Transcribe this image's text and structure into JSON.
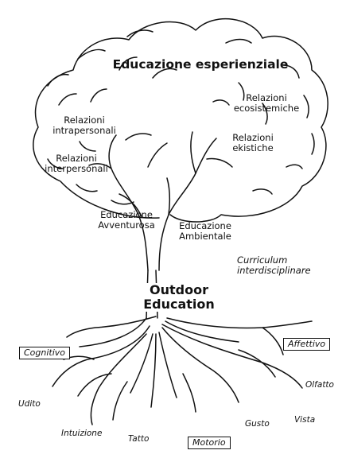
{
  "crown": {
    "title": "Educazione esperienziale",
    "rel_intrapersonali": [
      "Relazioni",
      "intrapersonali"
    ],
    "rel_interpersonali": [
      "Relazioni",
      "interpersonali"
    ],
    "rel_ecosistemiche": [
      "Relazioni",
      "ecosistemiche"
    ],
    "rel_ekistiche": [
      "Relazioni",
      "ekistiche"
    ]
  },
  "branches": {
    "avventurosa": [
      "Educazione",
      "Avventurosa"
    ],
    "ambientale": [
      "Educazione",
      "Ambientale"
    ]
  },
  "curriculum": [
    "Curriculum",
    "interdisciplinare"
  ],
  "trunk": [
    "Outdoor",
    "Education"
  ],
  "roots": {
    "cognitivo": "Cognitivo",
    "affettivo": "Affettivo",
    "motorio": "Motorio",
    "udito": "Udito",
    "intuizione": "Intuizione",
    "tatto": "Tatto",
    "gusto": "Gusto",
    "vista": "Vista",
    "olfatto": "Olfatto"
  }
}
